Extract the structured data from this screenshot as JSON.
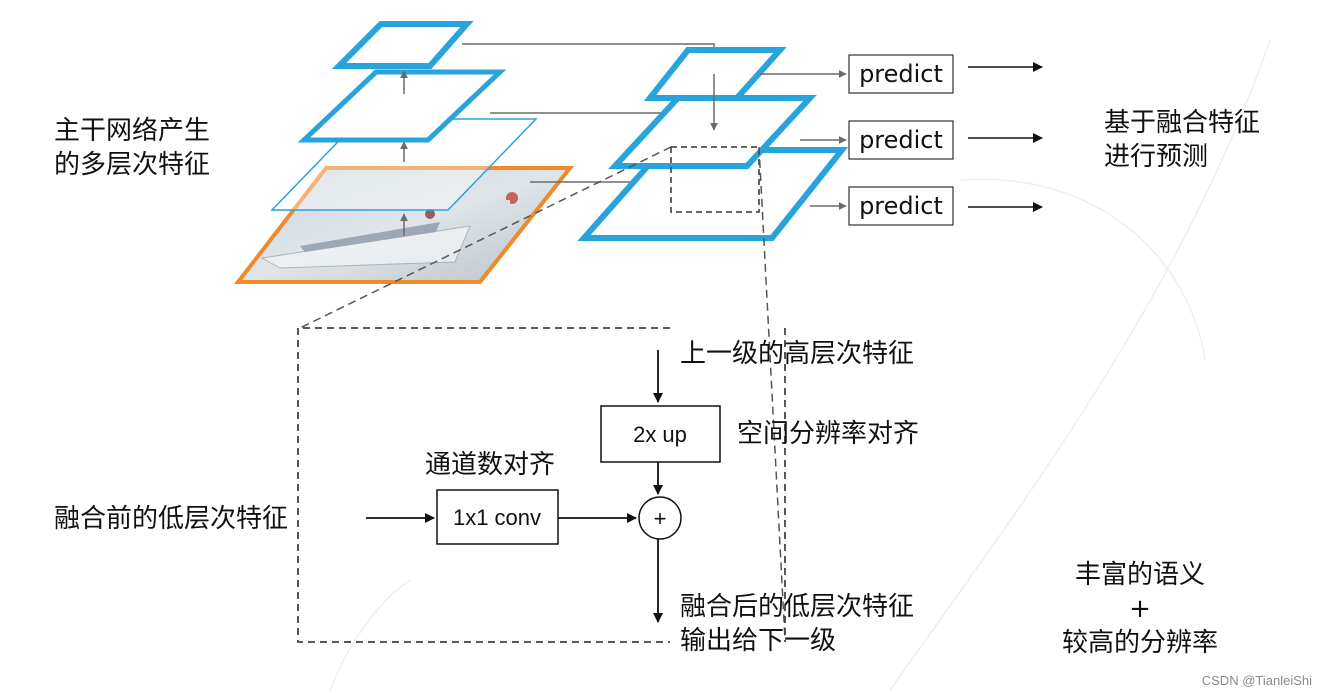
{
  "left_label": {
    "line1": "主干网络产生",
    "line2": "的多层次特征"
  },
  "right_label": {
    "line1": "基于融合特征",
    "line2": "进行预测"
  },
  "predict_boxes": [
    "predict",
    "predict",
    "predict"
  ],
  "detail": {
    "top_input_label": "上一级的高层次特征",
    "upsample_box": "2x up",
    "upsample_note": "空间分辨率对齐",
    "conv_note": "通道数对齐",
    "conv_box": "1x1 conv",
    "sum_symbol": "+",
    "left_input_label": "融合前的低层次特征",
    "output_line1": "融合后的低层次特征",
    "output_line2": "输出给下一级"
  },
  "summary": {
    "line1": "丰富的语义",
    "plus": "+",
    "line2": "较高的分辨率"
  },
  "watermark": "CSDN @TianleiShi",
  "colors": {
    "pyramid_blue": "#29a3dc",
    "backbone_orange": "#ef8a2a",
    "arrow_gray": "#6b6b6b",
    "dashed": "#444444"
  }
}
